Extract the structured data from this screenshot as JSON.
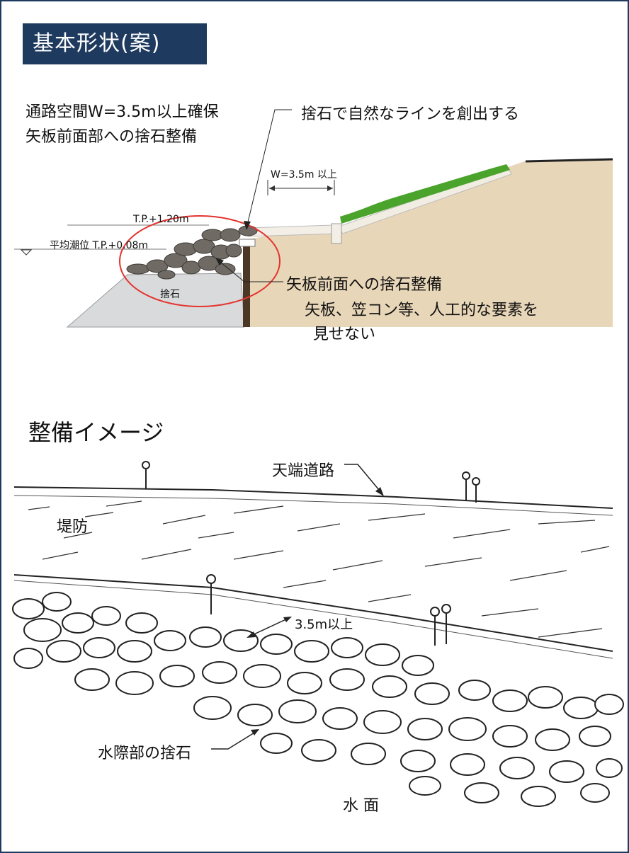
{
  "header": {
    "title": "基本形状(案)"
  },
  "cross_section": {
    "note_lines": [
      "通路空間W=3.5m以上確保",
      "矢板前面部への捨石整備"
    ],
    "callout_line": "捨石で自然なラインを創出する",
    "width_label": "W=3.5m 以上",
    "tp_top": "T.P.+1.20m",
    "tide_label": "平均潮位 T.P.+0.08m",
    "rubble_label": "捨石",
    "front_callout": "矢板前面への捨石整備",
    "front_detail": [
      "矢板、笠コン等、人工的な要素を",
      "見せない"
    ]
  },
  "image_section": {
    "heading": "整備イメージ",
    "crest_road": "天端道路",
    "embankment": "堤防",
    "width_marker": "3.5m以上",
    "waterline_rubble": "水際部の捨石",
    "water_surface": "水 面"
  },
  "colors": {
    "header_bg": "#1f3a5f",
    "earth": "#e8d6b8",
    "rubble_fill": "#d9dadb",
    "grass": "#4aa32b",
    "stone": "#6f6a64",
    "circle": "#e3342f"
  }
}
